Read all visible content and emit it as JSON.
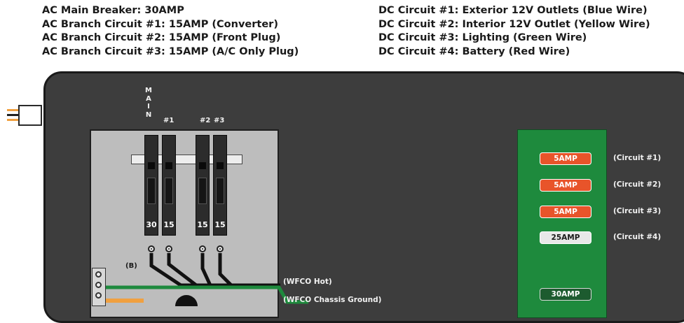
{
  "legend_left": [
    "AC Main Breaker: 30AMP",
    "AC Branch Circuit #1: 15AMP (Converter)",
    "AC Branch Circuit #2: 15AMP (Front Plug)",
    "AC Branch Circuit #3: 15AMP (A/C Only Plug)"
  ],
  "legend_right": [
    "DC Circuit #1: Exterior 12V Outlets (Blue Wire)",
    "DC Circuit #2: Interior 12V Outlet (Yellow Wire)",
    "DC Circuit #3: Lighting (Green Wire)",
    "DC Circuit #4: Battery (Red Wire)"
  ],
  "breaker_labels": {
    "main": [
      "M",
      "A",
      "I",
      "N"
    ],
    "numbers": [
      "#1",
      "#2",
      "#3"
    ]
  },
  "breakers": [
    {
      "amp": "30"
    },
    {
      "amp": "15"
    },
    {
      "amp": "15"
    },
    {
      "amp": "15"
    }
  ],
  "terminal_label": "(B)",
  "wire_labels": {
    "hot": "(WFCO Hot)",
    "chassis": "(WFCO Chassis Ground)"
  },
  "fuses": [
    {
      "rating": "5AMP",
      "label": "(Circuit #1)",
      "color": "#e8542a"
    },
    {
      "rating": "5AMP",
      "label": "(Circuit #2)",
      "color": "#e8542a"
    },
    {
      "rating": "5AMP",
      "label": "(Circuit #3)",
      "color": "#e8542a"
    },
    {
      "rating": "25AMP",
      "label": "(Circuit #4)",
      "color": "#e8e8e8"
    },
    {
      "rating": "30AMP",
      "label": "",
      "color": "#1d5b2f"
    }
  ],
  "colors": {
    "panel": "#3d3d3d",
    "breaker_box": "#bdbdbd",
    "fuse_panel": "#1e8a3d",
    "chassis_wire": "#1e8a3d",
    "hot_wire": "#111111"
  }
}
